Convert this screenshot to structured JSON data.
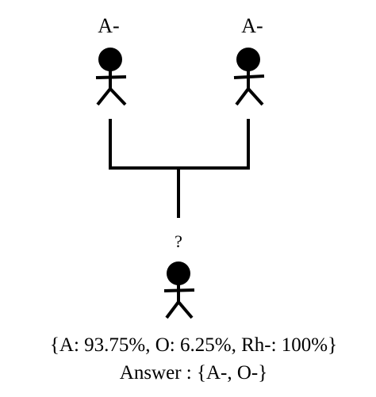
{
  "parents": [
    {
      "blood_type": "A-"
    },
    {
      "blood_type": "A-"
    }
  ],
  "child": {
    "blood_type": "?"
  },
  "result": {
    "probabilities": "{A: 93.75%, O: 6.25%, Rh-: 100%}",
    "answer": "Answer : {A-, O-}"
  },
  "colors": {
    "ink": "#000000",
    "background": "#ffffff"
  }
}
